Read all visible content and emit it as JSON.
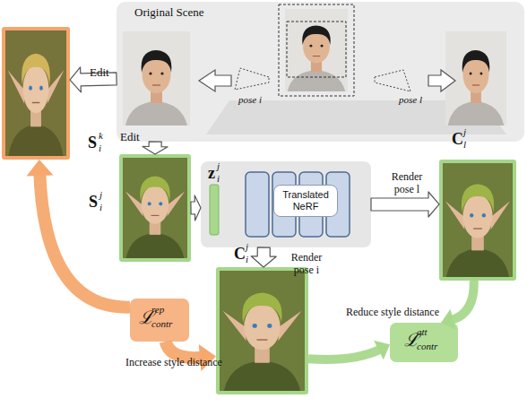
{
  "diagram": {
    "nodes": [
      {
        "text": [
          "Original Scene"
        ]
      },
      {
        "text": [
          "S",
          "k",
          "i"
        ]
      },
      {
        "text": [
          "S",
          "j",
          "i"
        ]
      },
      {
        "text": [
          "z",
          "j",
          "i"
        ]
      },
      {
        "text": [
          "Translated NeRF"
        ],
        "in": 3
      },
      {
        "text": [
          "C",
          "j",
          "l"
        ]
      },
      {
        "text": [
          "C",
          "j",
          "i"
        ]
      },
      {
        "text": [
          "ℒ",
          "rep",
          "contr"
        ]
      },
      {
        "text": [
          "ℒ",
          "att",
          "contr"
        ]
      }
    ],
    "edges": [
      {
        "from": 0,
        "to": 1,
        "arrow": "to",
        "label": "Edit"
      },
      {
        "from": 0,
        "to": 2,
        "arrow": "to",
        "label": "Edit"
      },
      {
        "from": 2,
        "to": 3,
        "arrow": "to"
      },
      {
        "from": 3,
        "to": 5,
        "arrow": "to",
        "label": "Render pose l"
      },
      {
        "from": 3,
        "to": 6,
        "arrow": "to",
        "label": "Render pose i"
      },
      {
        "from": 7,
        "to": 1,
        "arrow": "to"
      },
      {
        "from": 7,
        "to": 6,
        "arrow": "to"
      },
      {
        "from": 5,
        "to": 8,
        "arrow": "to"
      },
      {
        "from": 6,
        "to": 8,
        "arrow": "to"
      }
    ],
    "labels": [
      "pose i",
      "pose l",
      "Reduce style distance",
      "Increase style distance"
    ]
  }
}
